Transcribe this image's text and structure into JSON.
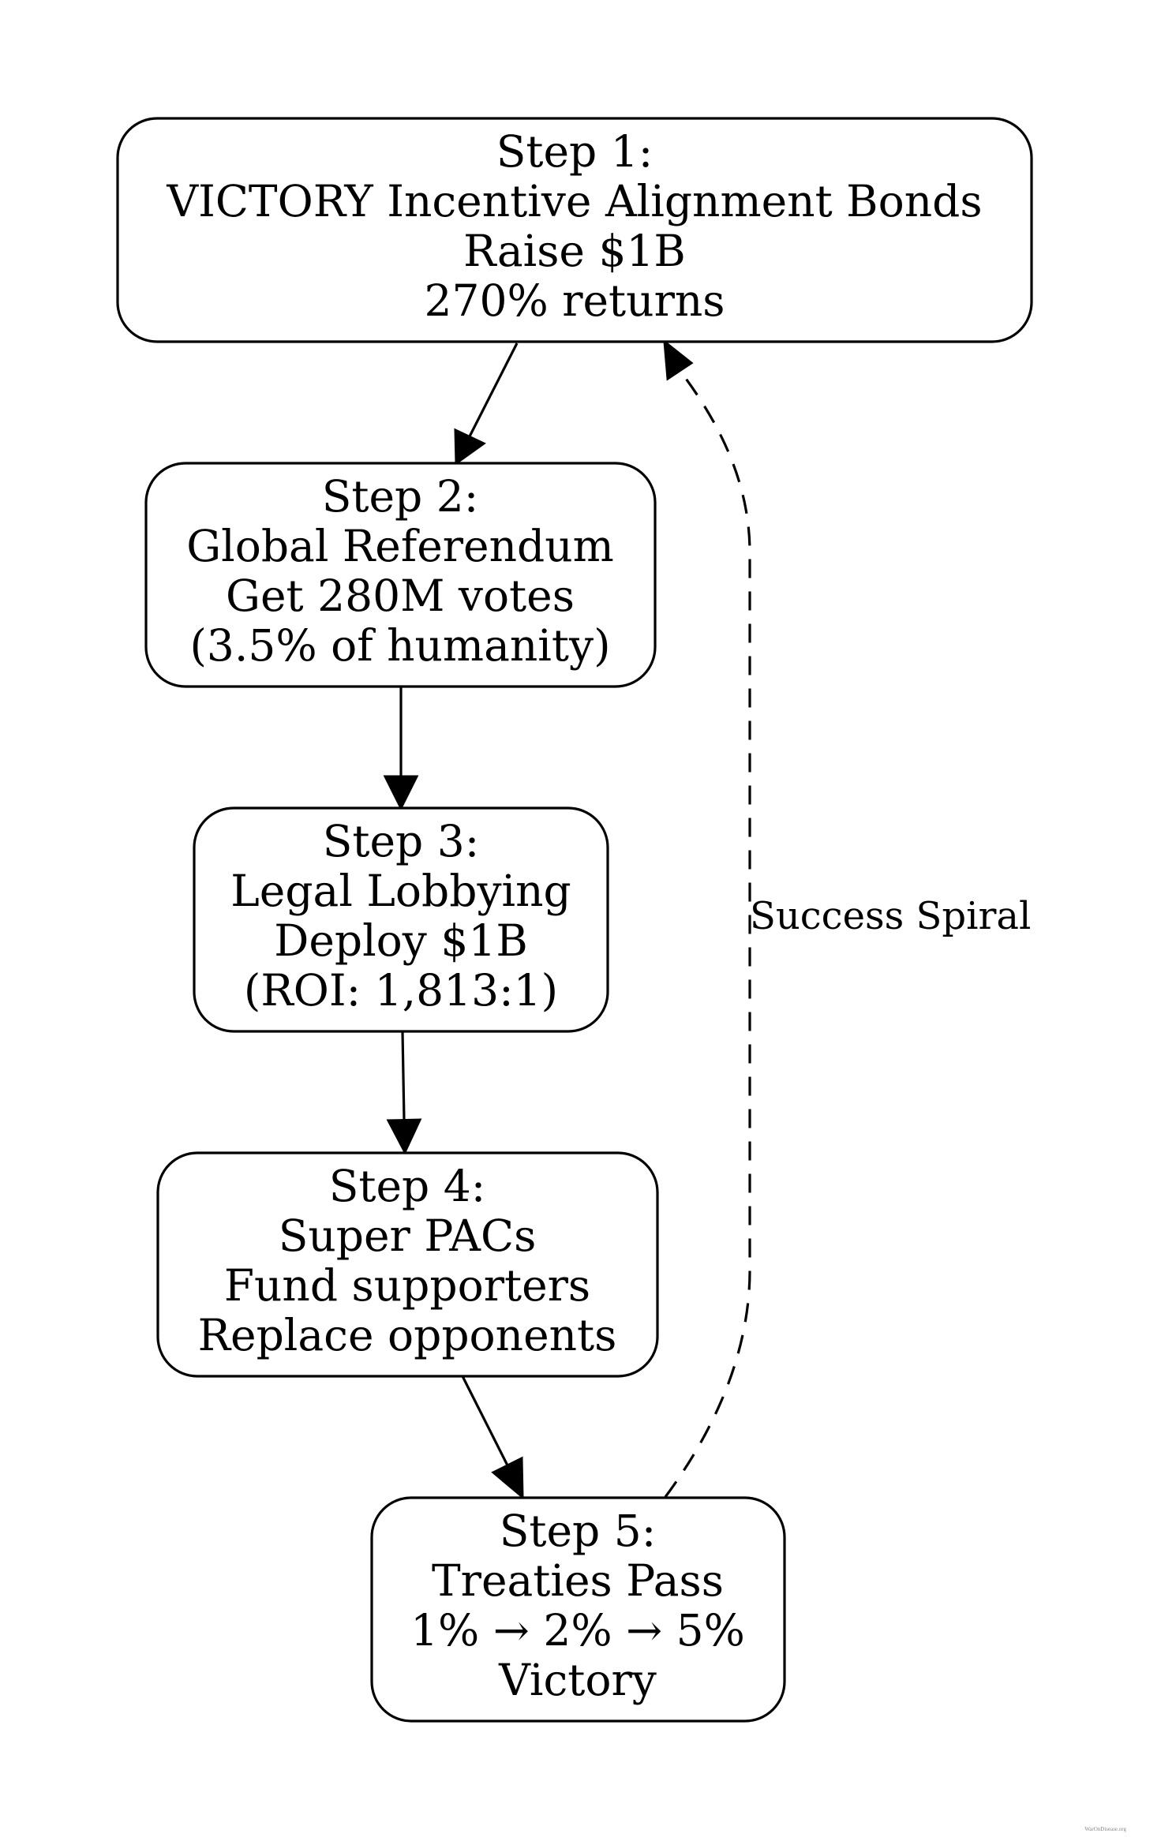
{
  "nodes": [
    {
      "id": "step1",
      "lines": [
        "Step 1:",
        "VICTORY Incentive Alignment Bonds",
        "Raise $1B",
        "270% returns"
      ]
    },
    {
      "id": "step2",
      "lines": [
        "Step 2:",
        "Global Referendum",
        "Get 280M votes",
        "(3.5% of humanity)"
      ]
    },
    {
      "id": "step3",
      "lines": [
        "Step 3:",
        "Legal Lobbying",
        "Deploy $1B",
        "(ROI: 1,813:1)"
      ]
    },
    {
      "id": "step4",
      "lines": [
        "Step 4:",
        "Super PACs",
        "Fund supporters",
        "Replace opponents"
      ]
    },
    {
      "id": "step5",
      "lines": [
        "Step 5:",
        "Treaties Pass",
        "1% → 2% → 5%",
        "Victory"
      ]
    }
  ],
  "edges": [
    {
      "from": "step1",
      "to": "step2",
      "style": "solid"
    },
    {
      "from": "step2",
      "to": "step3",
      "style": "solid"
    },
    {
      "from": "step3",
      "to": "step4",
      "style": "solid"
    },
    {
      "from": "step4",
      "to": "step5",
      "style": "solid"
    },
    {
      "from": "step5",
      "to": "step1",
      "style": "dashed",
      "label": "Success Spiral"
    }
  ],
  "watermark": "WarOnDisease.org",
  "colors": {
    "stroke": "#000000",
    "background": "#ffffff"
  }
}
